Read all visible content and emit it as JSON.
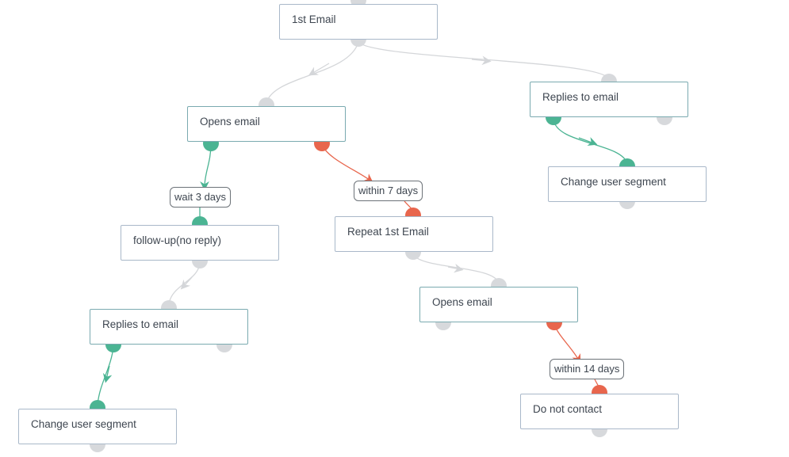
{
  "nodes": {
    "first_email": "1st Email",
    "opens_email_1": "Opens email",
    "replies_to_email_1": "Replies to email",
    "change_segment_1": "Change user segment",
    "follow_up": "follow-up(no reply)",
    "repeat_first_email": "Repeat 1st Email",
    "opens_email_2": "Opens email",
    "replies_to_email_2": "Replies to email",
    "change_segment_2": "Change user segment",
    "do_not_contact": "Do not contact"
  },
  "conditions": {
    "wait_3_days": "wait 3 days",
    "within_7_days": "within 7 days",
    "within_14_days": "within 14 days"
  },
  "colors": {
    "default_edge": "#d4d6d9",
    "yes_edge": "#4bb493",
    "no_edge": "#e8664d",
    "node_border": "#7aaab0"
  }
}
